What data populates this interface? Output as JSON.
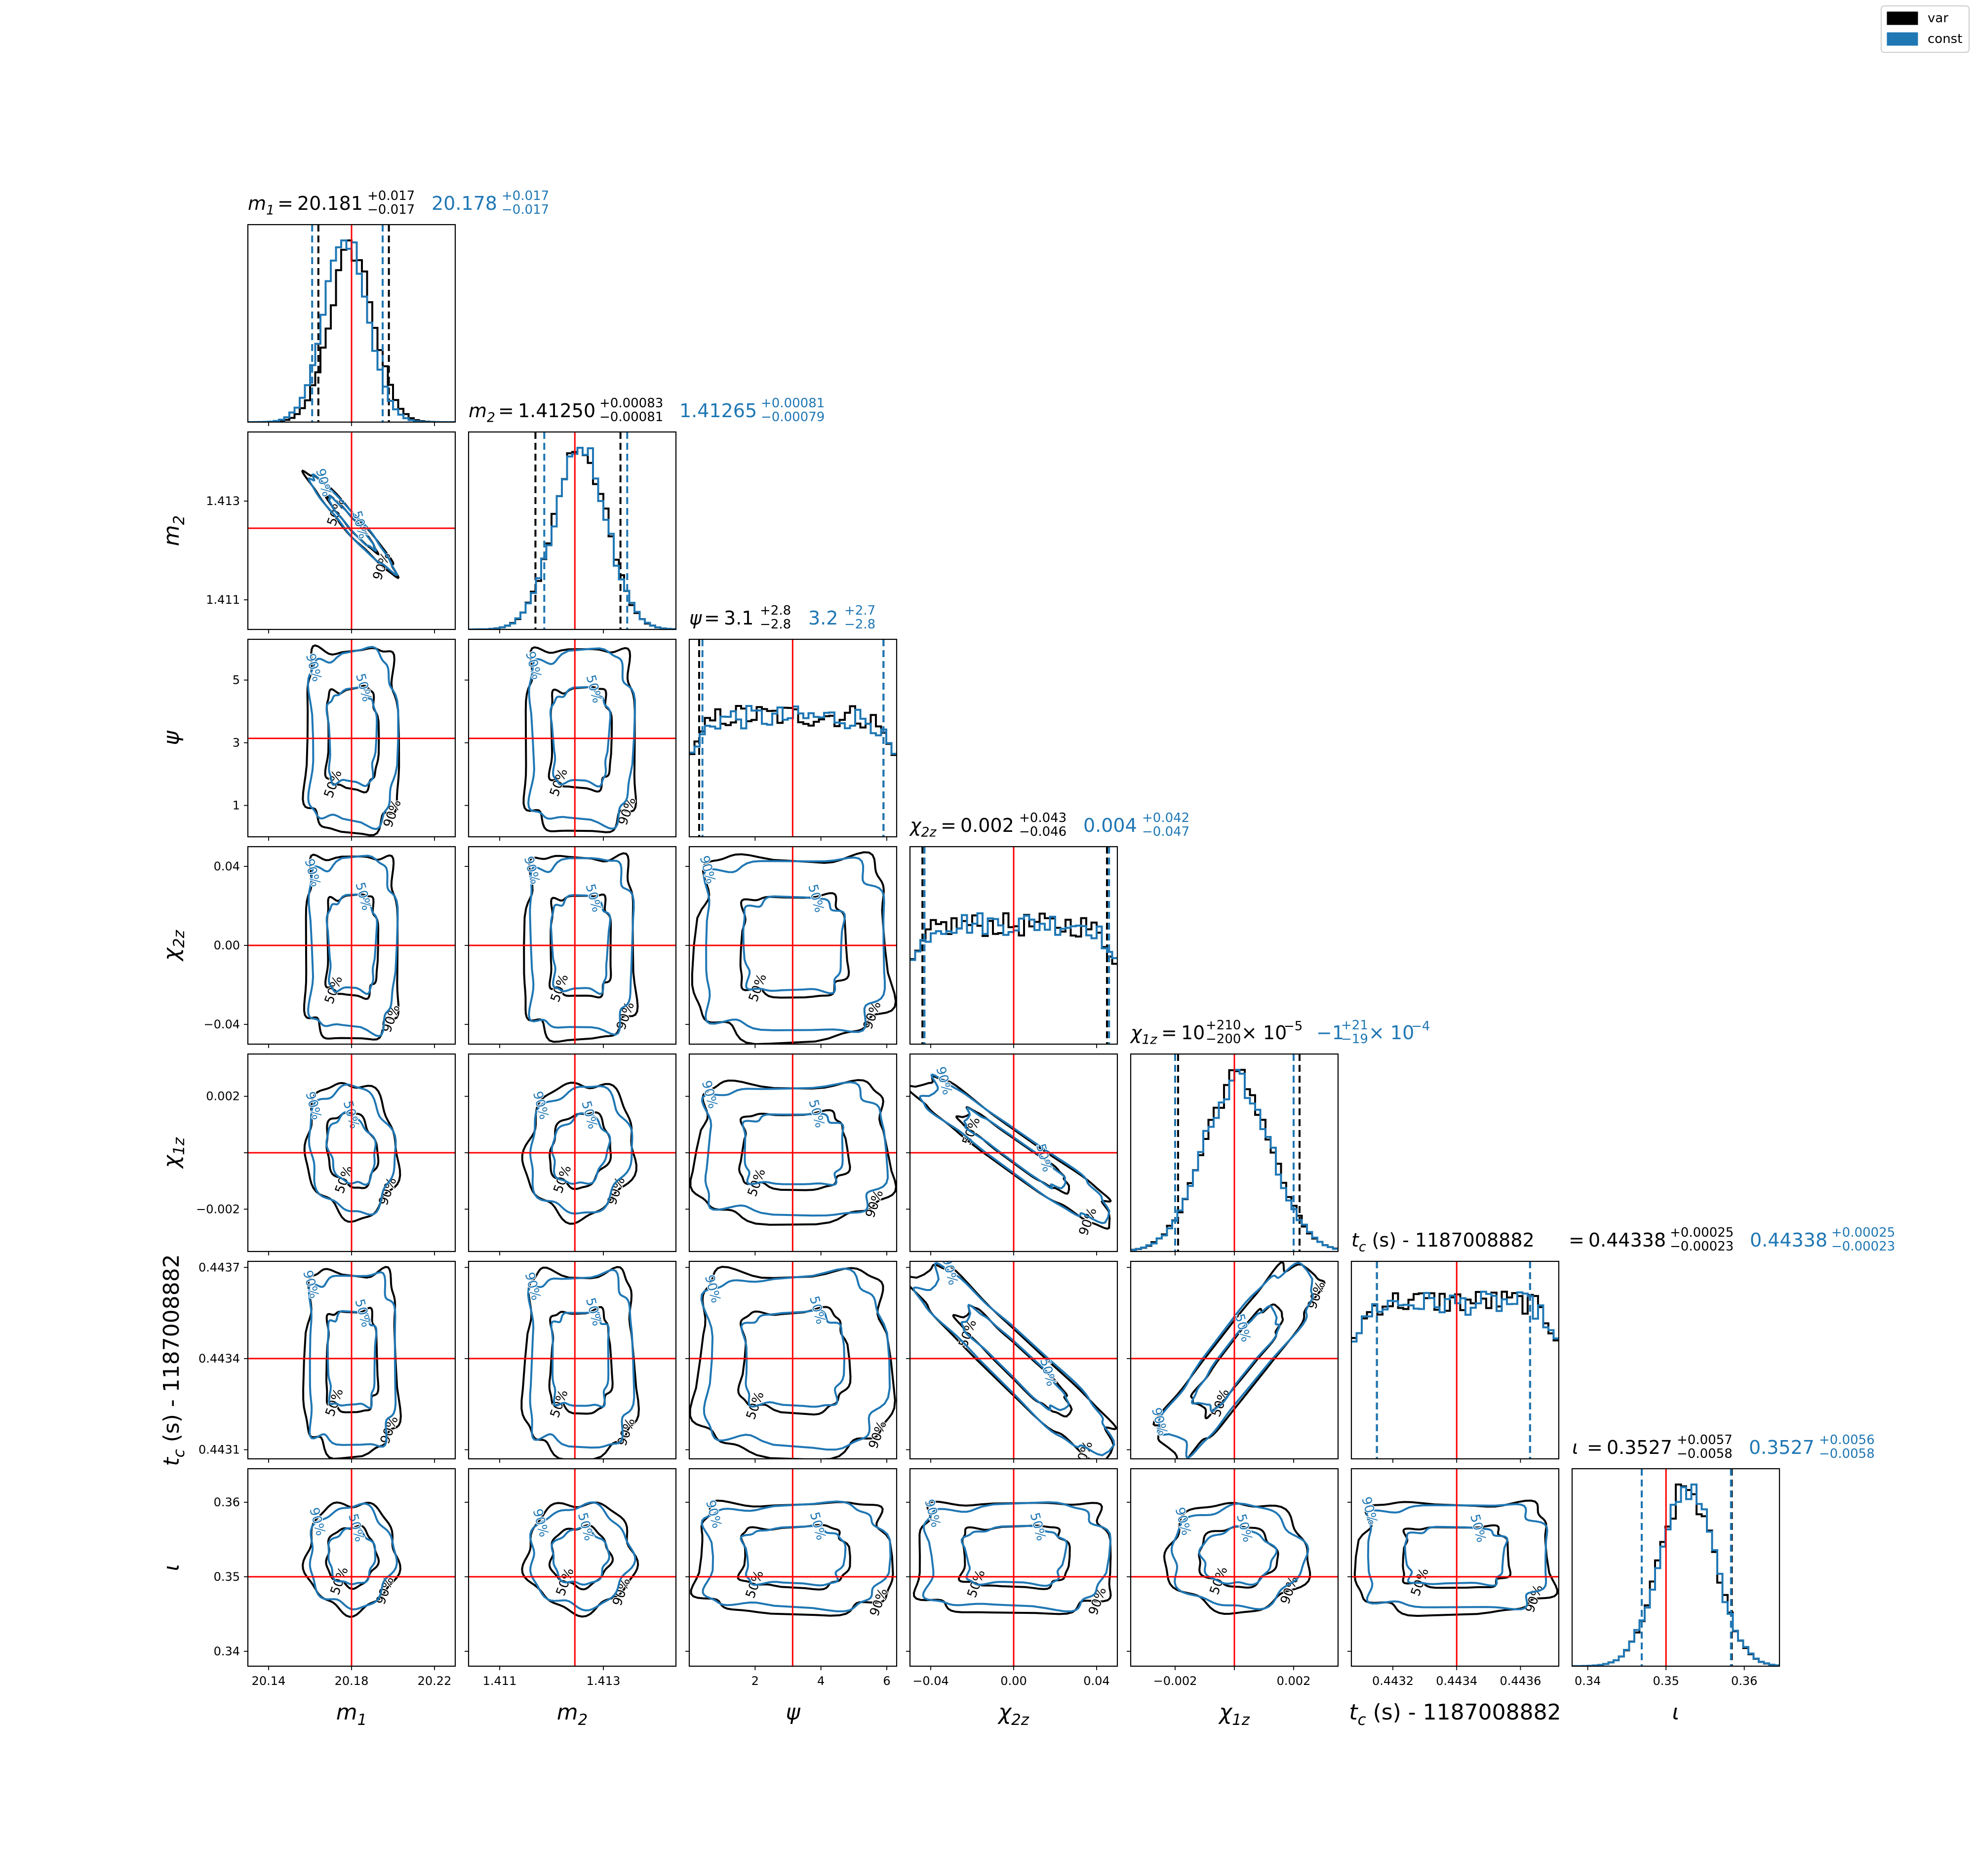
{
  "legend": {
    "position": "top-right",
    "entries": [
      {
        "label": "var",
        "color": "#000000"
      },
      {
        "label": "const",
        "color": "#1f77b4"
      }
    ]
  },
  "colors": {
    "var": "#000000",
    "const": "#1f77b4",
    "truth": "#ff0000"
  },
  "chart_data": {
    "type": "corner",
    "series": [
      {
        "name": "var",
        "color": "#000000"
      },
      {
        "name": "const",
        "color": "#1f77b4"
      }
    ],
    "contour_levels": [
      "50%",
      "90%"
    ],
    "parameters": [
      {
        "key": "m1",
        "label": "m_1",
        "range": [
          20.13,
          20.23
        ],
        "ticks": [
          20.14,
          20.18,
          20.22
        ],
        "tick_labels": [
          "20.14",
          "20.18",
          "20.22"
        ],
        "truth": 20.18,
        "mean": 20.18,
        "sd": 0.0105,
        "title": {
          "var_value": "20.181",
          "var_plus": "+0.017",
          "var_minus": "−0.017",
          "const_value": "20.178",
          "const_plus": "+0.017",
          "const_minus": "−0.017"
        },
        "quantiles": {
          "var": [
            20.164,
            20.198
          ],
          "const": [
            20.161,
            20.195
          ]
        }
      },
      {
        "key": "m2",
        "label": "m_2",
        "range": [
          1.4104,
          1.4144
        ],
        "ticks": [
          1.411,
          1.413
        ],
        "tick_labels": [
          "1.411",
          "1.413"
        ],
        "truth": 1.41245,
        "mean": 1.41255,
        "sd": 0.0005,
        "title": {
          "var_value": "1.41250",
          "var_plus": "+0.00083",
          "var_minus": "−0.00081",
          "const_value": "1.41265",
          "const_plus": "+0.00081",
          "const_minus": "−0.00079"
        },
        "quantiles": {
          "var": [
            1.41169,
            1.41333
          ],
          "const": [
            1.41186,
            1.41346
          ]
        }
      },
      {
        "key": "psi",
        "label": "ψ",
        "range": [
          0,
          6.3
        ],
        "ticks": [
          1,
          3,
          5
        ],
        "ticks_x": [
          2,
          4,
          6
        ],
        "tick_labels": [
          "1",
          "3",
          "5"
        ],
        "tick_labels_x": [
          "2",
          "4",
          "6"
        ],
        "truth": 3.14,
        "mean": 3.14,
        "sd": 99,
        "title": {
          "var_value": "3.1",
          "var_plus": "+2.8",
          "var_minus": "−2.8",
          "const_value": "3.2",
          "const_plus": "+2.7",
          "const_minus": "−2.8"
        },
        "quantiles": {
          "var": [
            0.3,
            5.9
          ],
          "const": [
            0.4,
            5.9
          ]
        }
      },
      {
        "key": "chi2z",
        "label": "χ_2z",
        "range": [
          -0.05,
          0.05
        ],
        "ticks": [
          -0.04,
          0.0,
          0.04
        ],
        "tick_labels": [
          "−0.04",
          "0.00",
          "0.04"
        ],
        "truth": 0.0,
        "mean": 0.003,
        "sd": 99,
        "title": {
          "var_value": "0.002",
          "var_plus": "+0.043",
          "var_minus": "−0.046",
          "const_value": "0.004",
          "const_plus": "+0.042",
          "const_minus": "−0.047"
        },
        "quantiles": {
          "var": [
            -0.044,
            0.045
          ],
          "const": [
            -0.043,
            0.046
          ]
        }
      },
      {
        "key": "chi1z",
        "label": "χ_1z",
        "range": [
          -0.0035,
          0.0035
        ],
        "ticks": [
          -0.002,
          0.0,
          0.002
        ],
        "tick_labels": [
          "−0.002",
          "",
          "0.002"
        ],
        "tick_labels_x": [
          "−0.002",
          "",
          "0.002"
        ],
        "truth": 0.0,
        "mean": 0.0001,
        "sd": 0.00115,
        "title": {
          "var_text": "10^{+210}_{−200} × 10^{−5}",
          "var_value": "10",
          "var_plus": "+210",
          "var_minus": "−200",
          "var_suffix": "× 10",
          "var_exp": "−5",
          "const_value": "−1",
          "const_plus": "+21",
          "const_minus": "−19",
          "const_suffix": "× 10",
          "const_exp": "−4"
        },
        "quantiles": {
          "var": [
            -0.0019,
            0.0022
          ],
          "const": [
            -0.002,
            0.002
          ]
        }
      },
      {
        "key": "tc",
        "label": "t_c (s) - 1187008882",
        "range": [
          0.44307,
          0.44372
        ],
        "ticks": [
          0.4431,
          0.4434,
          0.4437
        ],
        "ticks_x": [
          0.4432,
          0.4434,
          0.4436
        ],
        "tick_labels": [
          "0.4431",
          "0.4434",
          "0.4437"
        ],
        "tick_labels_x": [
          "0.4432",
          "0.4434",
          "0.4436"
        ],
        "truth": 0.4434,
        "mean": 0.44338,
        "sd": 99,
        "title": {
          "var_value": "0.44338",
          "var_plus": "+0.00025",
          "var_minus": "−0.00023",
          "const_value": "0.44338",
          "const_plus": "+0.00025",
          "const_minus": "−0.00023"
        },
        "quantiles": {
          "var": [
            0.44315,
            0.44363
          ],
          "const": [
            0.44315,
            0.44363
          ]
        }
      },
      {
        "key": "iota",
        "label": "ι",
        "range": [
          0.338,
          0.3645
        ],
        "ticks": [
          0.34,
          0.35,
          0.36
        ],
        "tick_labels": [
          "0.34",
          "0.35",
          "0.36"
        ],
        "truth": 0.35,
        "mean": 0.3527,
        "sd": 0.0035,
        "title": {
          "var_value": "0.3527",
          "var_plus": "+0.0057",
          "var_minus": "−0.0058",
          "const_value": "0.3527",
          "const_plus": "+0.0056",
          "const_minus": "−0.0058"
        },
        "quantiles": {
          "var": [
            0.3469,
            0.3584
          ],
          "const": [
            0.3469,
            0.3583
          ]
        }
      }
    ]
  }
}
